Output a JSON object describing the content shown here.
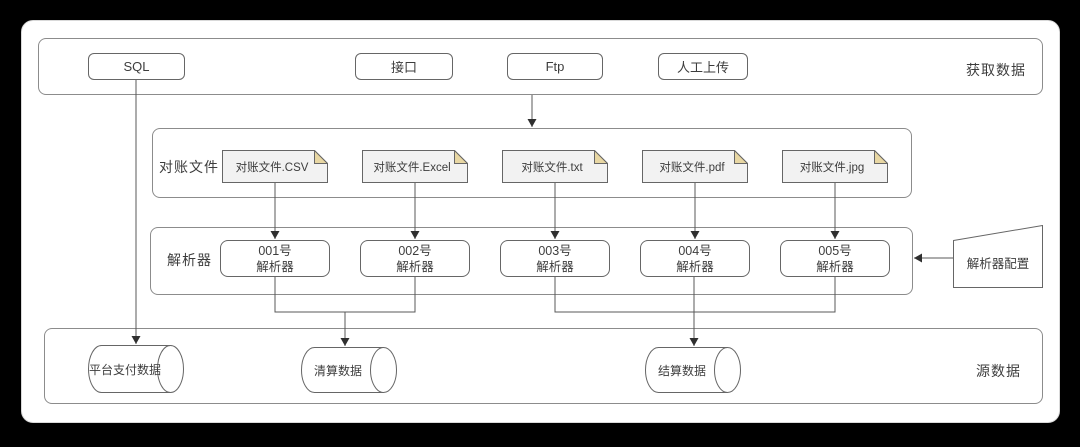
{
  "acquire": {
    "label": "获取数据",
    "sources": [
      "SQL",
      "接口",
      "Ftp",
      "人工上传"
    ]
  },
  "files": {
    "label": "对账文件",
    "items": [
      "对账文件.CSV",
      "对账文件.Excel",
      "对账文件.txt",
      "对账文件.pdf",
      "对账文件.jpg"
    ]
  },
  "parsers": {
    "label": "解析器",
    "config": "解析器配置",
    "items": [
      {
        "num": "001号",
        "name": "解析器"
      },
      {
        "num": "002号",
        "name": "解析器"
      },
      {
        "num": "003号",
        "name": "解析器"
      },
      {
        "num": "004号",
        "name": "解析器"
      },
      {
        "num": "005号",
        "name": "解析器"
      }
    ]
  },
  "source": {
    "label": "源数据",
    "stores": [
      "平台支付数据",
      "清算数据",
      "结算数据"
    ]
  },
  "colors": {
    "frame_bg": "#000000",
    "canvas_bg": "#ffffff",
    "note_fill": "#f2f2f2",
    "fold_fill": "#e8d7a3",
    "shape_border": "#666666",
    "container_border": "#8c8c8c",
    "line": "#595959",
    "arrowhead": "#2f2f2f",
    "text": "#3d3d3d"
  }
}
